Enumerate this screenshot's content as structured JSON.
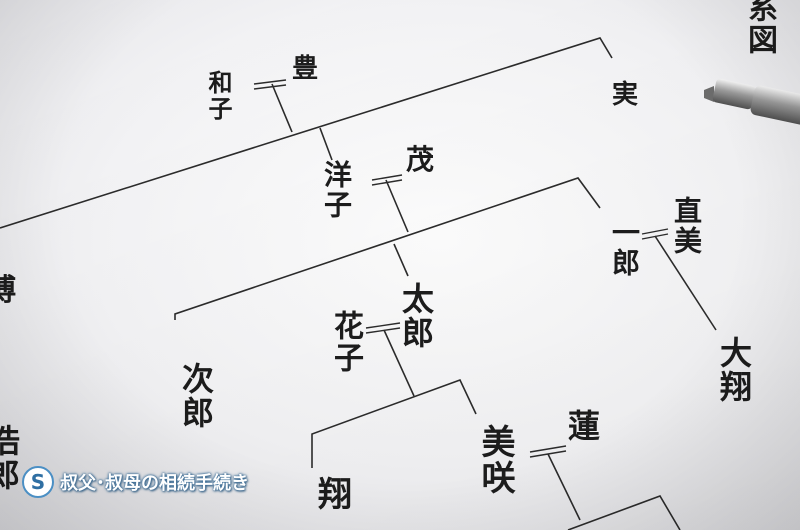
{
  "family_tree": {
    "persons": {
      "kazuko": "和子",
      "yutaka": "豊",
      "minoru": "実",
      "yoko": "洋子",
      "shigeru": "茂",
      "ichiro": "一郎",
      "naomi": "直美",
      "taro": "太郎",
      "hanako": "花子",
      "jiro": "次郎",
      "daisho": "大翔",
      "ren": "蓮",
      "misaki": "美咲",
      "sho": "翔",
      "edge_left_mid": "博",
      "edge_left_bottom": "浩郎",
      "title_fragment": "系図"
    }
  },
  "badge": {
    "icon_letter": "S",
    "text": "叔父･叔母の相続手続き",
    "icon_color": "#4b8fc4"
  },
  "pen": {
    "icon": "pen-icon"
  }
}
